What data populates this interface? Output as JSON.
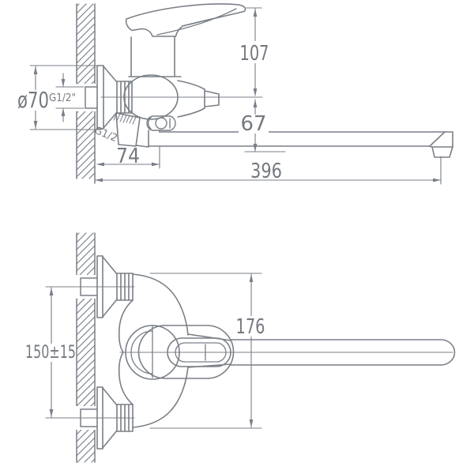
{
  "page": {
    "background": "#ffffff",
    "line_color": "#7a7f87",
    "text_color": "#75797f"
  },
  "views": {
    "side_view": {
      "title": "side-elevation-of-wall-mounted-faucet",
      "dims": {
        "handle_height": "107",
        "spout_drop": "67",
        "wall_to_spout_joint": "74",
        "spout_reach": "396",
        "escutcheon_diameter": "ø70",
        "inlet_thread": "G1/2\"",
        "shower_outlet_thread": "G1/2"
      }
    },
    "plan_view": {
      "title": "plan-view-of-wall-mounted-faucet",
      "dims": {
        "body_length": "176",
        "inlet_spacing": "150±15"
      }
    }
  }
}
